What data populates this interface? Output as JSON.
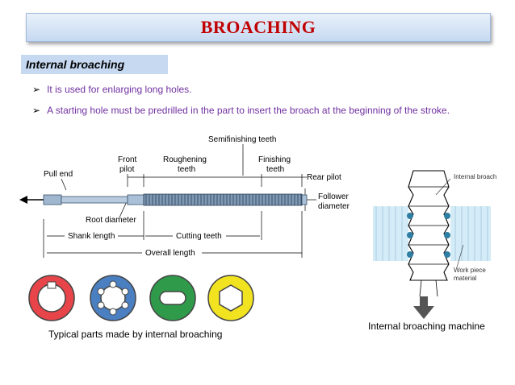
{
  "title": "BROACHING",
  "section_heading": "Internal broaching",
  "bullets": [
    "It is used for enlarging long holes.",
    "A starting hole must be predrilled in the part to insert the broach at the beginning of the stroke."
  ],
  "broach_diagram": {
    "labels": {
      "semifinishing_teeth": "Semifinishing teeth",
      "front_pilot_1": "Front",
      "front_pilot_2": "pilot",
      "roughening_teeth_1": "Roughening",
      "roughening_teeth_2": "teeth",
      "finishing_teeth_1": "Finishing",
      "finishing_teeth_2": "teeth",
      "pull_end": "Pull end",
      "rear_pilot": "Rear pilot",
      "follower_diameter_1": "Follower",
      "follower_diameter_2": "diameter",
      "root_diameter": "Root diameter",
      "shank_length": "Shank length",
      "cutting_teeth": "Cutting teeth",
      "overall_length": "Overall length"
    }
  },
  "machine_diagram": {
    "labels": {
      "internal_broach": "Internal broach",
      "work_piece_1": "Work piece",
      "work_piece_2": "material"
    },
    "caption": "Internal broaching machine"
  },
  "parts": {
    "caption": "Typical parts made by internal broaching",
    "colors": [
      "#e8454a",
      "#4a7fc1",
      "#2f9a4a",
      "#f2e320"
    ]
  }
}
